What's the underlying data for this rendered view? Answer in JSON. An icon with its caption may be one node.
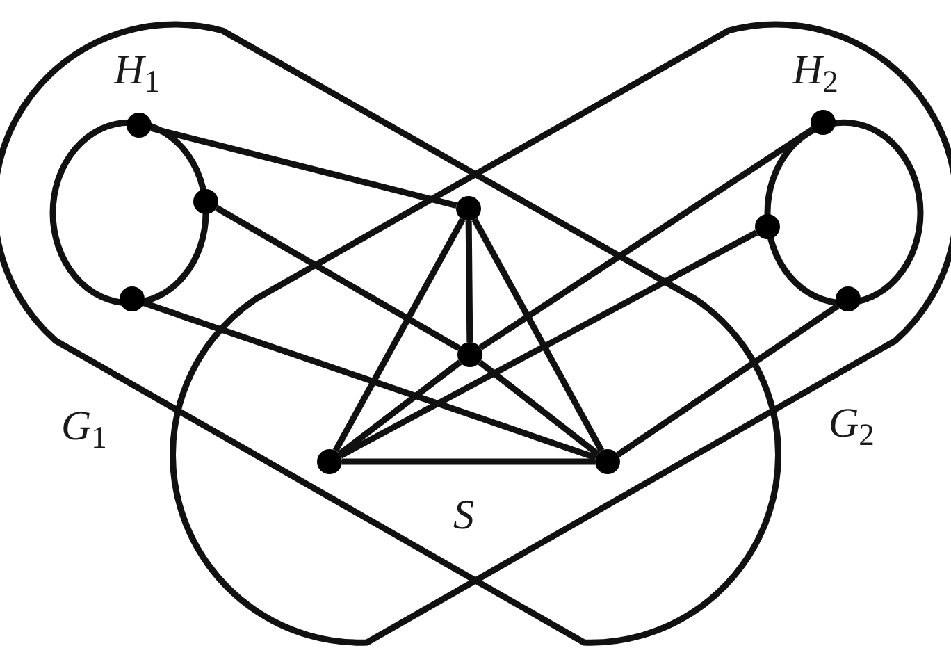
{
  "diagram": {
    "nodes": [
      {
        "text": [
          "*G*$_{1}$"
        ]
      },
      {
        "text": [
          "*G*$_{2}$"
        ]
      },
      {
        "text": [
          "*H*$_{1}$"
        ],
        "in": 0
      },
      {
        "text": [
          "*H*$_{2}$"
        ],
        "in": 1
      },
      {
        "text": [],
        "shape": "circle",
        "in": 0
      },
      {
        "text": [],
        "shape": "circle",
        "in": 0
      },
      {
        "text": [],
        "shape": "circle",
        "in": 0
      },
      {
        "text": [],
        "shape": "circle",
        "in": 1
      },
      {
        "text": [],
        "shape": "circle",
        "in": 1
      },
      {
        "text": [],
        "shape": "circle",
        "in": 1
      },
      {
        "text": [],
        "shape": "circle"
      },
      {
        "text": [],
        "shape": "circle"
      },
      {
        "text": [],
        "shape": "circle"
      },
      {
        "text": [],
        "shape": "circle"
      }
    ],
    "edges": [
      {
        "from": 4,
        "to": 10,
        "arrow": "none"
      },
      {
        "from": 5,
        "to": 11,
        "arrow": "none"
      },
      {
        "from": 6,
        "to": 13,
        "arrow": "none"
      },
      {
        "from": 7,
        "to": 11,
        "arrow": "none"
      },
      {
        "from": 8,
        "to": 12,
        "arrow": "none"
      },
      {
        "from": 9,
        "to": 13,
        "arrow": "none"
      },
      {
        "from": 10,
        "to": 11,
        "arrow": "none"
      },
      {
        "from": 10,
        "to": 12,
        "arrow": "none"
      },
      {
        "from": 10,
        "to": 13,
        "arrow": "none"
      },
      {
        "from": 11,
        "to": 12,
        "arrow": "none"
      },
      {
        "from": 11,
        "to": 13,
        "arrow": "none"
      },
      {
        "from": 12,
        "to": 13,
        "arrow": "none"
      }
    ],
    "labels": [
      "*S*"
    ]
  }
}
